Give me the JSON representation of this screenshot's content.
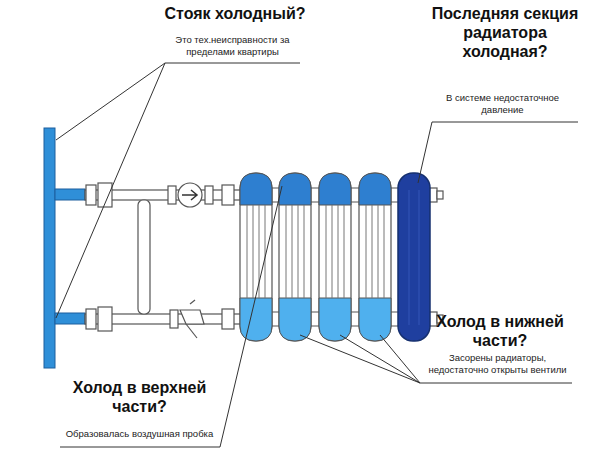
{
  "diagram": {
    "labels": [
      "Стояк холодный?",
      "Это тех.неисправности за пределами квартиры",
      "Последняя секция радиатора холодная?",
      "В системе недостаточное давление",
      "Холод в нижней части?",
      "Засорены радиаторы, недостаточно открыты вентили",
      "Холод в верхней части?",
      "Образовалась воздушная пробка"
    ]
  }
}
